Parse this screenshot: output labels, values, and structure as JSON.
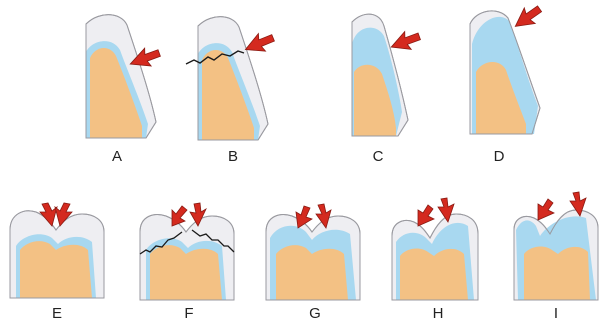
{
  "colors": {
    "enamel": "#eeeef2",
    "enamel_stroke": "#9a9aa0",
    "dentin": "#f3c184",
    "dentin_edge": "#e6a861",
    "blue": "#a8d8f0",
    "blue_dark": "#73bfe6",
    "arrow": "#d42a1f",
    "arrow_stroke": "#8a1a12",
    "crack": "#1a1a1a"
  },
  "panels": [
    {
      "id": "A",
      "label": "A",
      "kind": "incisor",
      "variant": "A"
    },
    {
      "id": "B",
      "label": "B",
      "kind": "incisor",
      "variant": "B"
    },
    {
      "id": "C",
      "label": "C",
      "kind": "incisor",
      "variant": "C"
    },
    {
      "id": "D",
      "label": "D",
      "kind": "incisor",
      "variant": "D"
    },
    {
      "id": "E",
      "label": "E",
      "kind": "molar",
      "variant": "E"
    },
    {
      "id": "F",
      "label": "F",
      "kind": "molar",
      "variant": "F"
    },
    {
      "id": "G",
      "label": "G",
      "kind": "molar",
      "variant": "G"
    },
    {
      "id": "H",
      "label": "H",
      "kind": "molar",
      "variant": "H"
    },
    {
      "id": "I",
      "label": "I",
      "kind": "molar",
      "variant": "I"
    }
  ]
}
